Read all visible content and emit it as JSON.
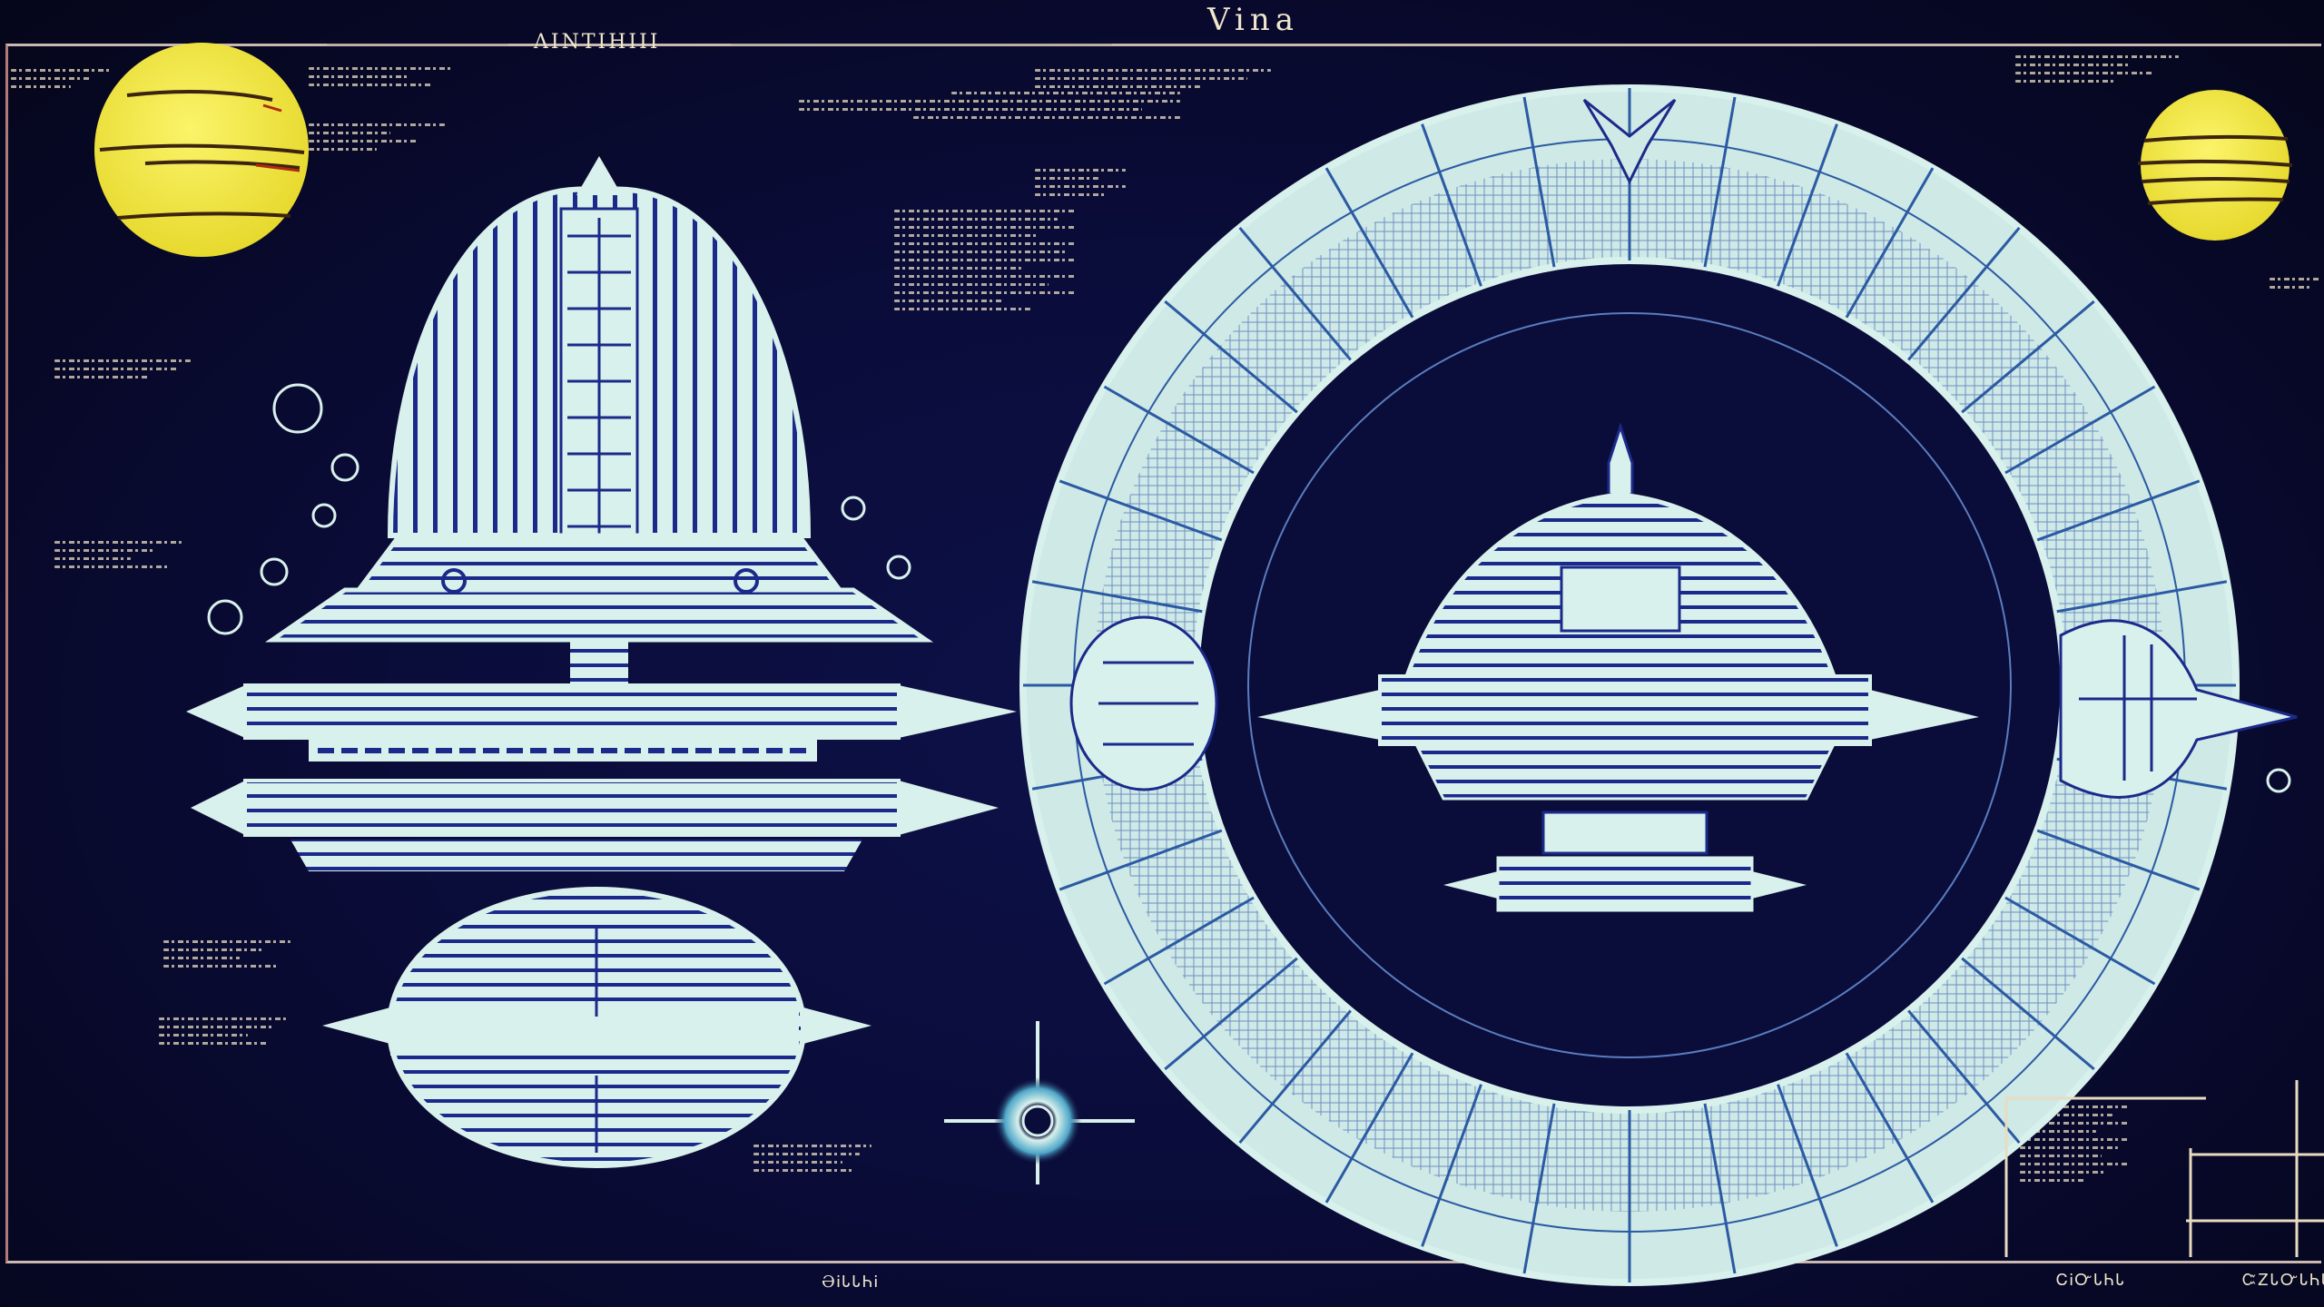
{
  "poster": {
    "title": "Vina",
    "subtitle_glyphs": "ΛΙΝΤΙΗΙΙΙ",
    "footer_left_glyphs": "ƏᎥᏓᏓᏂᎥ",
    "footer_right_glyphs": "ᏟᎥᏅᏓᏂᏓ",
    "footer_far_right_glyphs": "ᏨᏃᏓᏅᏓᏂᏓ"
  },
  "palette": {
    "background": "#0a0c3a",
    "frame": "#c9b9b0",
    "linework": "#d9f1ec",
    "ink": "#1b2a8a",
    "planet": "#f3ec4a",
    "planet_band": "#5a3a1a",
    "annotation": "#e8dcc0"
  },
  "figures": [
    {
      "name": "bell-vessel",
      "icon": "dome-ship-icon"
    },
    {
      "name": "upper-hull",
      "icon": "cylinder-hull-icon"
    },
    {
      "name": "lower-hull",
      "icon": "cylinder-hull-icon"
    },
    {
      "name": "banded-pod",
      "icon": "ellipse-pod-icon"
    },
    {
      "name": "ring-station",
      "icon": "ring-icon"
    },
    {
      "name": "saucer-craft",
      "icon": "saucer-icon"
    },
    {
      "name": "compass-star",
      "icon": "star-burst-icon"
    },
    {
      "name": "left-planet",
      "icon": "planet-icon"
    },
    {
      "name": "right-planet",
      "icon": "planet-icon"
    }
  ]
}
